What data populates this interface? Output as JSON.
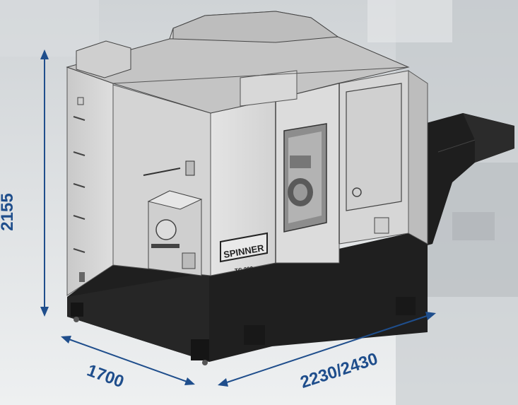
{
  "machine": {
    "brand": "SPINNER",
    "model": "TC 300"
  },
  "dimensions": {
    "height": "2155",
    "depth": "1700",
    "length": "2230/2430"
  },
  "colors": {
    "dimension": "#1f4e8c",
    "base": "#1e1e1e",
    "enclosure": "#d9d9d9"
  }
}
